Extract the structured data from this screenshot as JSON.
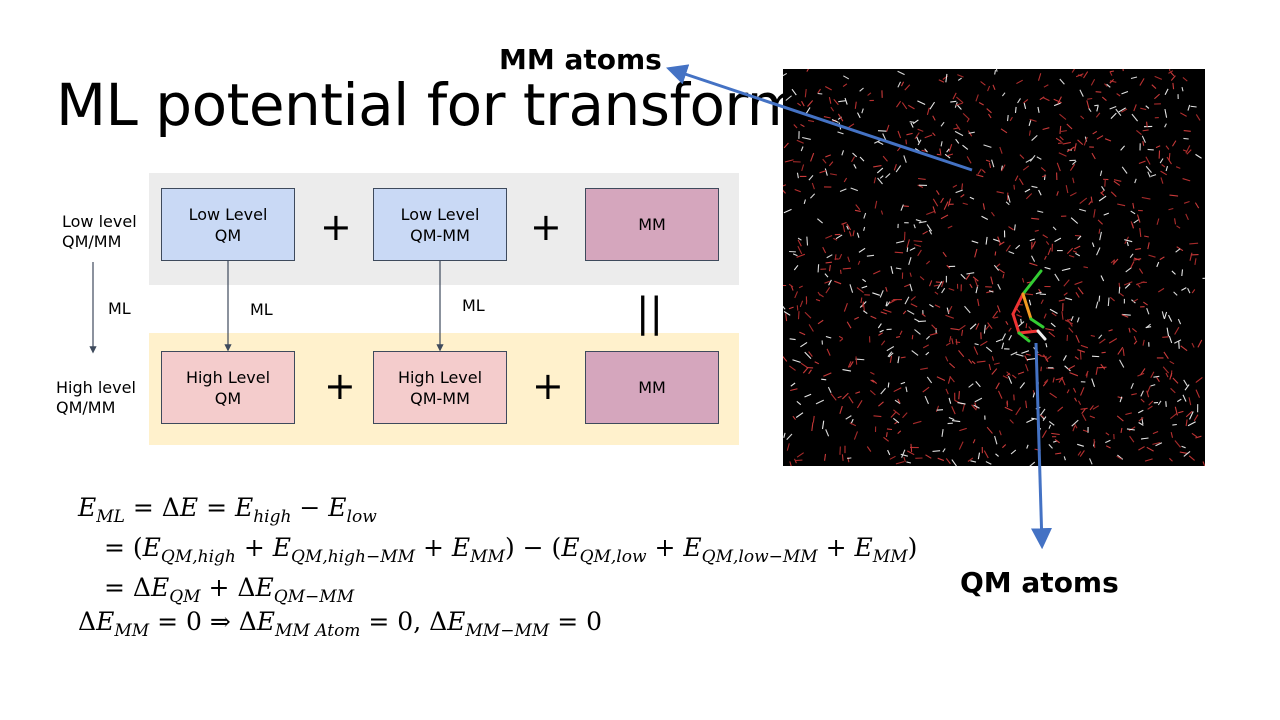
{
  "slide": {
    "title": "ML potential for transforming"
  },
  "diagram": {
    "left_labels": {
      "low_level": "Low level\nQM/MM",
      "ml": "ML",
      "high_level": "High level\nQM/MM"
    },
    "top_row": {
      "box1": "Low Level\nQM",
      "box2": "Low Level\nQM-MM",
      "box3": "MM",
      "plus": "+"
    },
    "bottom_row": {
      "box1": "High Level\nQM",
      "box2": "High Level\nQM-MM",
      "box3": "MM",
      "plus": "+"
    },
    "arrow_labels": {
      "ml1": "ML",
      "ml2": "ML"
    },
    "equals": "||",
    "colors": {
      "top_band": "#ececec",
      "bottom_band": "#fff1cc",
      "low_box": "#c9d9f5",
      "high_box": "#f4cccc",
      "mm_box": "#d5a6bd",
      "callout_arrow": "#4472c4"
    }
  },
  "simulation": {
    "mm_label": "MM atoms",
    "qm_label": "QM atoms"
  },
  "equations": {
    "line1": {
      "lhs": "E",
      "lhs_sub": "ML",
      "mid": "= ΔE = E",
      "high_sub": "high",
      "minus": " − E",
      "low_sub": "low"
    },
    "line2_text": "= (E_QM,high + E_QM,high−MM + E_MM) − (E_QM,low + E_QM,low−MM + E_MM)",
    "line3_text": "= ΔE_QM + ΔE_QM−MM",
    "line4_text": "ΔE_MM = 0 ⇒ ΔE_MM Atom = 0, ΔE_MM−MM = 0"
  }
}
